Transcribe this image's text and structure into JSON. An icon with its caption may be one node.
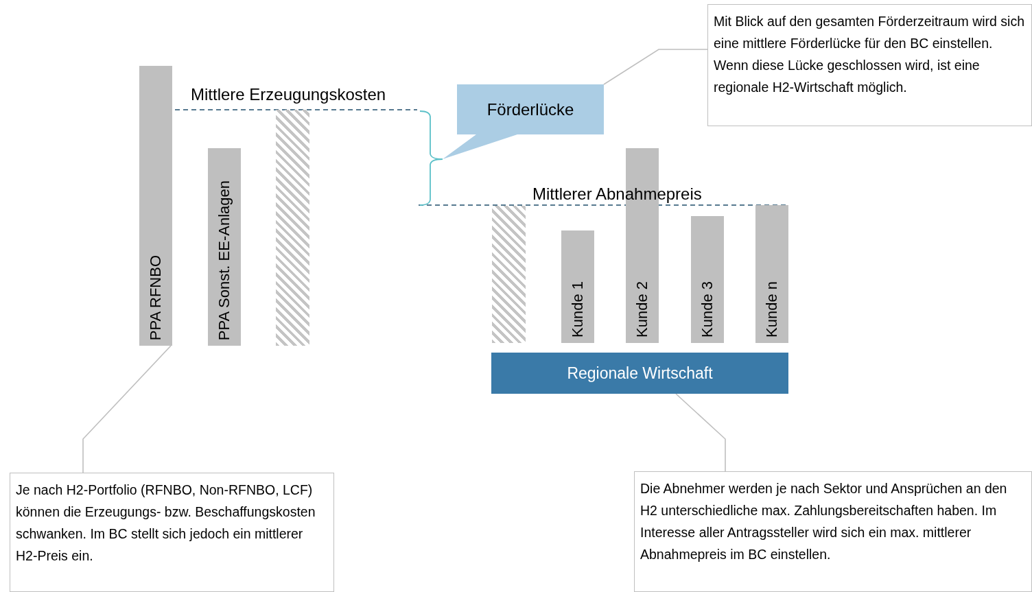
{
  "diagram": {
    "nodes": [
      {
        "text": [
          "PPA RFNBO"
        ]
      },
      {
        "text": [
          "PPA Sonst. EE-Anlagen"
        ]
      },
      {
        "text": [],
        "shape": "bar"
      },
      {
        "text": [
          "Förderlücke"
        ]
      },
      {
        "text": [
          "Mit Blick auf den gesamten Förderzeitraum wird sich eine mittlere Förderlücke für den BC einstellen. Wenn diese Lücke geschlossen wird, ist eine regionale H2-Wirtschaft möglich."
        ]
      },
      {
        "text": [],
        "shape": "bar"
      },
      {
        "text": [
          "Kunde 1"
        ]
      },
      {
        "text": [
          "Kunde 2"
        ]
      },
      {
        "text": [
          "Kunde 3"
        ]
      },
      {
        "text": [
          "Kunde n"
        ]
      },
      {
        "text": [
          "Regionale Wirtschaft"
        ]
      },
      {
        "text": [
          "Je nach H2-Portfolio (RFNBO, Non-RFNBO, LCF) können die Erzeugungs- bzw. Beschaffungskosten schwanken. Im BC stellt sich jedoch ein mittlerer H2-Preis ein."
        ]
      },
      {
        "text": [
          "Die Abnehmer werden je nach Sektor und Ansprüchen an den H2 unterschiedliche max. Zahlungsbereitschaften haben. Im Interesse aller Antragssteller wird sich ein max. mittlerer Abnahmepreis im BC einstellen."
        ]
      }
    ],
    "edges": [
      {
        "from": 4,
        "to": 3,
        "arrow": "none"
      },
      {
        "from": 11,
        "to": 0,
        "arrow": "none"
      },
      {
        "from": 12,
        "to": 10,
        "arrow": "none"
      }
    ],
    "labels": [
      "Mittlere Erzeugungskosten",
      "Mittlerer Abnahmepreis"
    ]
  }
}
